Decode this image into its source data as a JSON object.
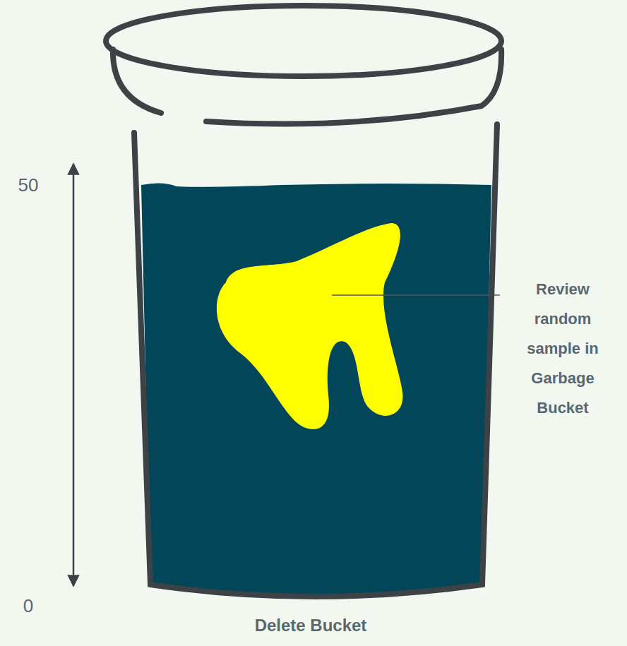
{
  "diagram": {
    "nodes": [
      {
        "text": [
          "Delete Bucket"
        ]
      }
    ],
    "labels": [
      "50",
      "0",
      "Review random sample in Garbage Bucket"
    ]
  }
}
